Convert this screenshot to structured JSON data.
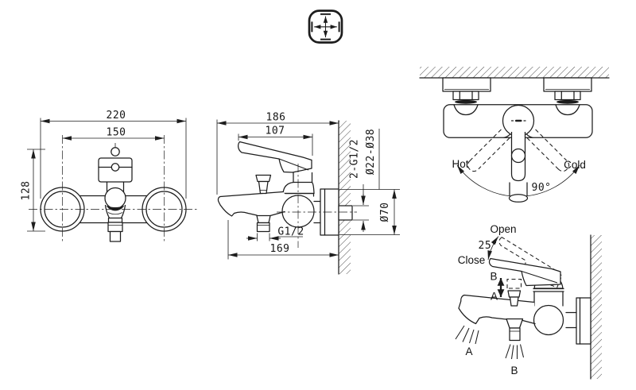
{
  "colors": {
    "line": "#1d1d1d",
    "background": "#ffffff"
  },
  "drawing": {
    "front_view": {
      "dim_width": "220",
      "dim_spacing": "150",
      "dim_height": "128"
    },
    "side_view": {
      "dim_depth": "186",
      "dim_lever": "107",
      "label_inlets": "2-G1/2",
      "label_eccentric": "Ø22-Ø38",
      "label_flange": "Ø70",
      "label_outlet": "G1/2",
      "dim_reach": "169"
    },
    "top_view": {
      "label_hot": "Hot",
      "label_cold": "Cold",
      "label_swivel": "90°"
    },
    "operation_view": {
      "label_open": "Open",
      "label_tilt": "25°",
      "label_close": "Close",
      "label_divert_up": "B",
      "label_divert_down": "A",
      "label_spout_flow": "A",
      "label_shower_flow": "B"
    }
  }
}
